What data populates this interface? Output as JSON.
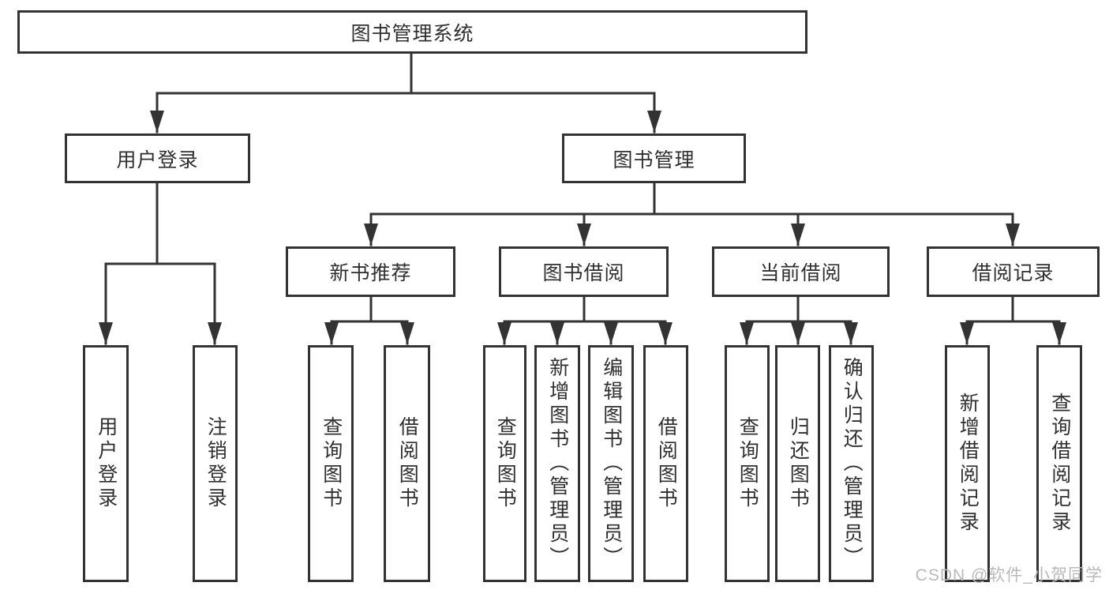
{
  "tree": {
    "root": {
      "label": "图书管理系统"
    },
    "branches": [
      {
        "label": "用户登录",
        "children": [
          {
            "label": "用户登录"
          },
          {
            "label": "注销登录"
          }
        ]
      },
      {
        "label": "图书管理",
        "sections": [
          {
            "label": "新书推荐",
            "children": [
              {
                "label": "查询图书"
              },
              {
                "label": "借阅图书"
              }
            ]
          },
          {
            "label": "图书借阅",
            "children": [
              {
                "label": "查询图书"
              },
              {
                "label": "新增图书（管理员）"
              },
              {
                "label": "编辑图书（管理员）"
              },
              {
                "label": "借阅图书"
              }
            ]
          },
          {
            "label": "当前借阅",
            "children": [
              {
                "label": "查询图书"
              },
              {
                "label": "归还图书"
              },
              {
                "label": "确认归还（管理员）"
              }
            ]
          },
          {
            "label": "借阅记录",
            "children": [
              {
                "label": "新增借阅记录"
              },
              {
                "label": "查询借阅记录"
              }
            ]
          }
        ]
      }
    ]
  },
  "watermark": {
    "text": "CSDN @软件_小贺同学"
  },
  "colors": {
    "line": "#333333",
    "box_border": "#333333",
    "text": "#2f2f2f",
    "watermark": "#b9b9b9",
    "background": "#ffffff"
  }
}
